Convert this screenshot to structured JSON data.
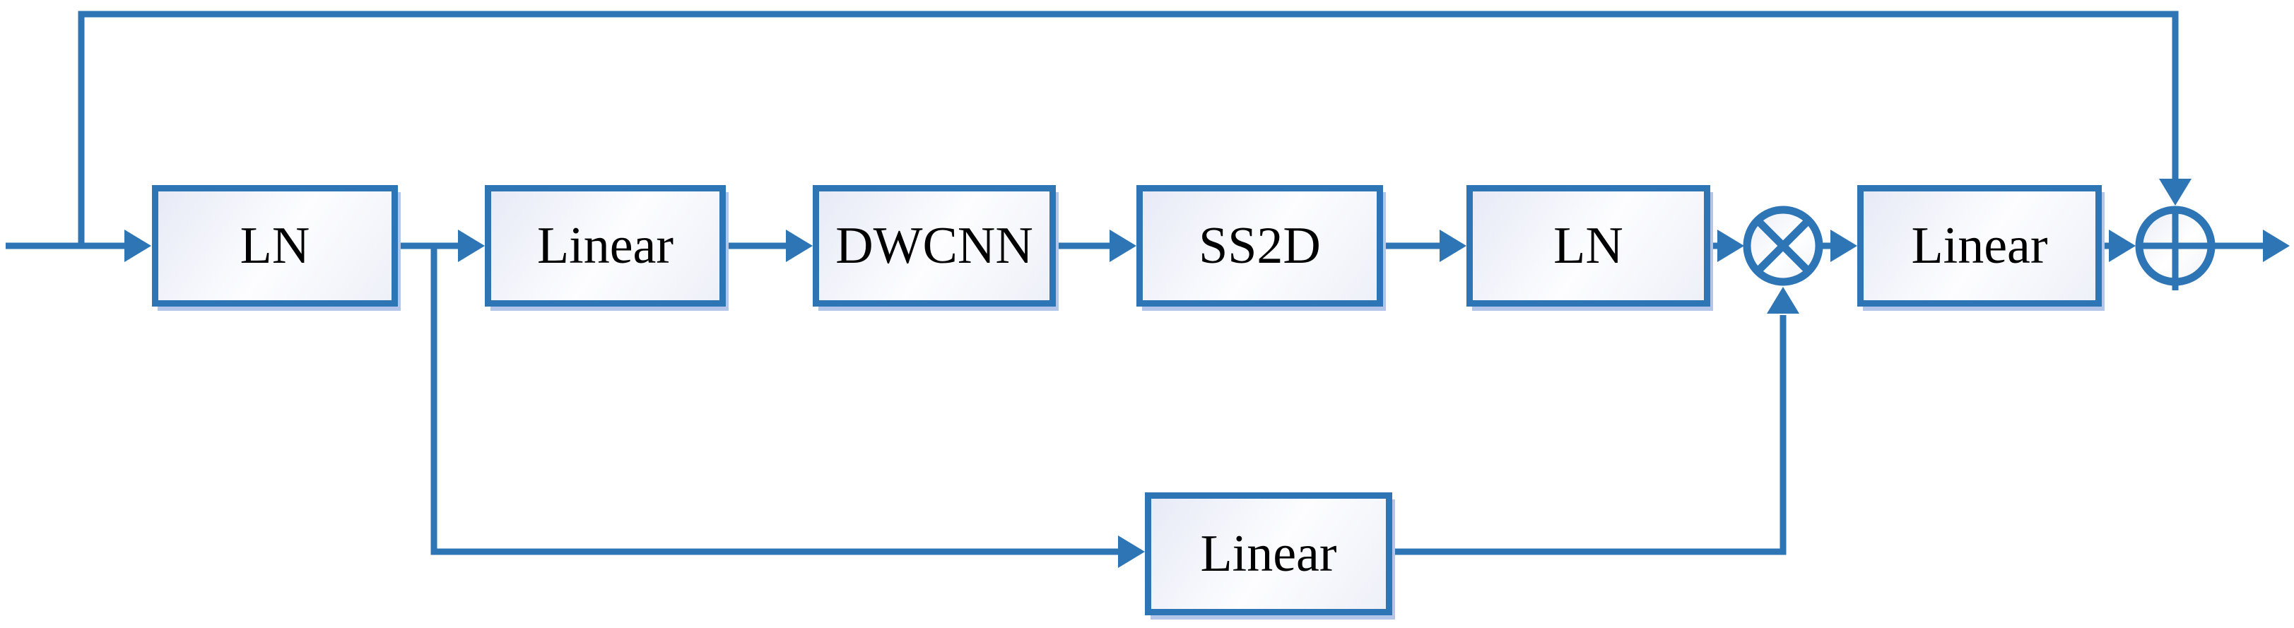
{
  "figure": {
    "accent_color": "#2E75B6",
    "label_color": "#000000",
    "box_fill_light": "#e7eaf6",
    "box_fill_white": "#ffffff",
    "blocks": {
      "ln1": "LN",
      "linear1": "Linear",
      "dwcnn": "DWCNN",
      "ss2d": "SS2D",
      "ln2": "LN",
      "linear2": "Linear",
      "gate_linear": "Linear"
    },
    "operators": {
      "multiply": "⊗",
      "add": "⊕"
    }
  }
}
